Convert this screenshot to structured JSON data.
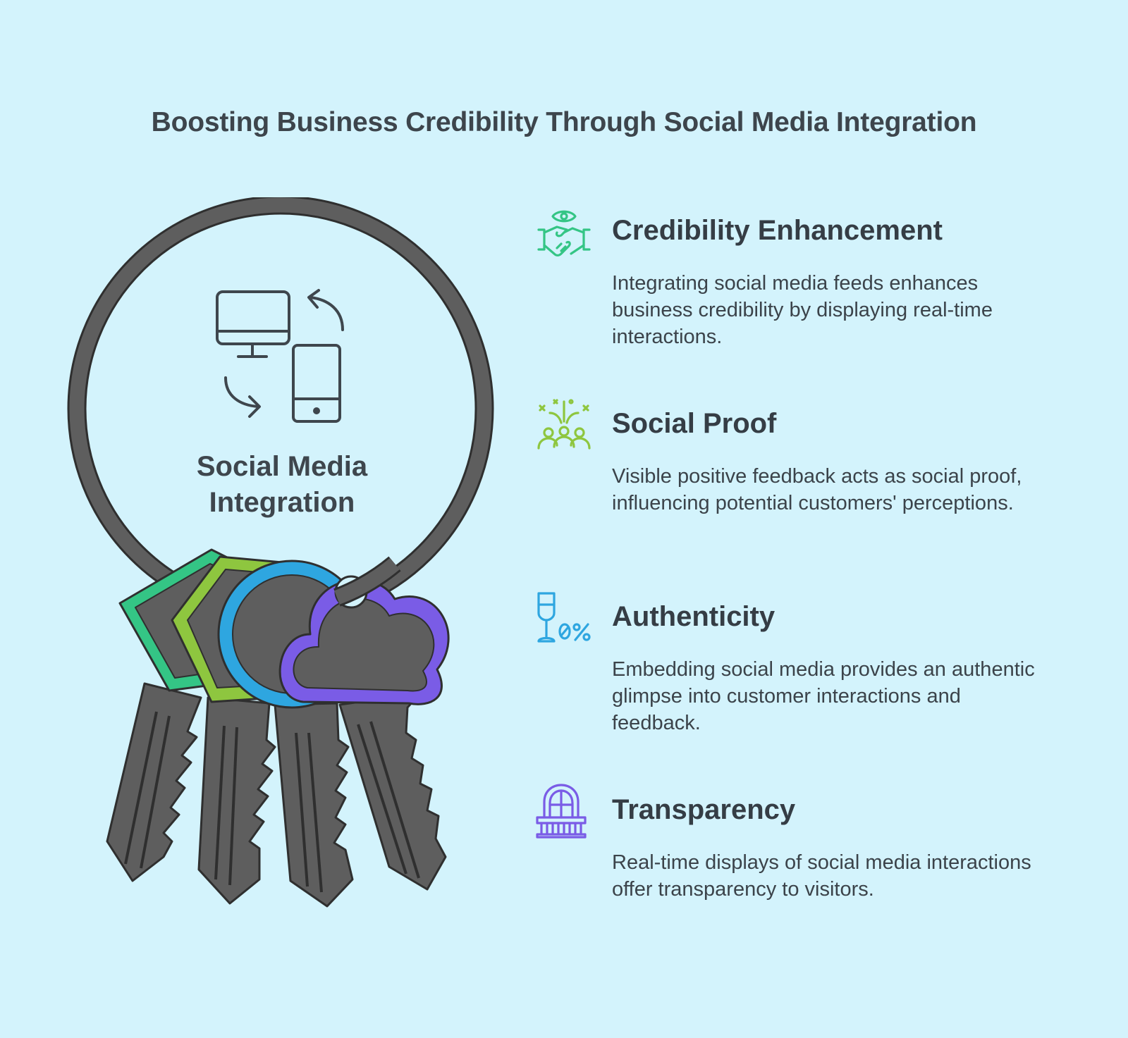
{
  "title": "Boosting Business Credibility Through Social Media Integration",
  "hub": {
    "label_line1": "Social Media",
    "label_line2": "Integration",
    "icon": "devices-sync-icon"
  },
  "colors": {
    "background": "#d3f3fc",
    "key_body": "#5e5e5e",
    "outline": "#2f2f2f",
    "green": "#34c585",
    "lime": "#8ec63f",
    "blue": "#2ea6e0",
    "purple": "#7a5ce6"
  },
  "items": [
    {
      "heading": "Credibility Enhancement",
      "text": "Integrating social media feeds enhances business credibility by displaying real-time interactions.",
      "icon": "handshake-eye-icon",
      "color": "#34c585"
    },
    {
      "heading": "Social Proof",
      "text": "Visible positive feedback acts as social proof, influencing potential customers' perceptions.",
      "icon": "celebrating-group-icon",
      "color": "#8ec63f"
    },
    {
      "heading": "Authenticity",
      "text": "Embedding social media provides an authentic glimpse into customer interactions and feedback.",
      "icon": "glass-percent-icon",
      "color": "#2ea6e0",
      "icon_text": "0%"
    },
    {
      "heading": "Transparency",
      "text": "Real-time displays of social media interactions offer transparency to visitors.",
      "icon": "window-balcony-icon",
      "color": "#7a5ce6"
    }
  ]
}
